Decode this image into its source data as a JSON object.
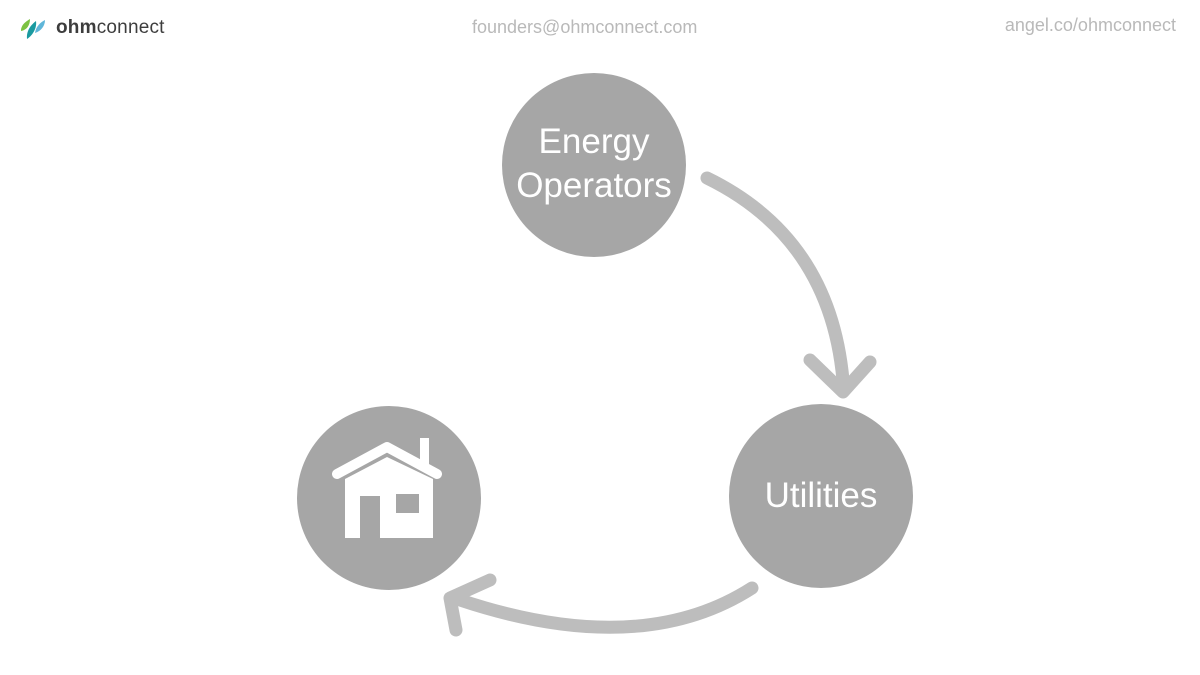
{
  "header": {
    "brand_bold": "ohm",
    "brand_rest": "connect",
    "email": "founders@ohmconnect.com",
    "angel": "angel.co/ohmconnect"
  },
  "diagram": {
    "nodes": [
      {
        "id": "energy-operators",
        "lines": [
          "Energy",
          "Operators"
        ]
      },
      {
        "id": "utilities",
        "lines": [
          "Utilities"
        ]
      },
      {
        "id": "home",
        "icon": "house-icon"
      }
    ]
  },
  "colors": {
    "node_fill": "#a6a6a6",
    "arrow": "#bdbdbd",
    "header_text": "#b9b9b9",
    "logo_green": "#7cc242",
    "logo_teal": "#1a9aa0"
  }
}
